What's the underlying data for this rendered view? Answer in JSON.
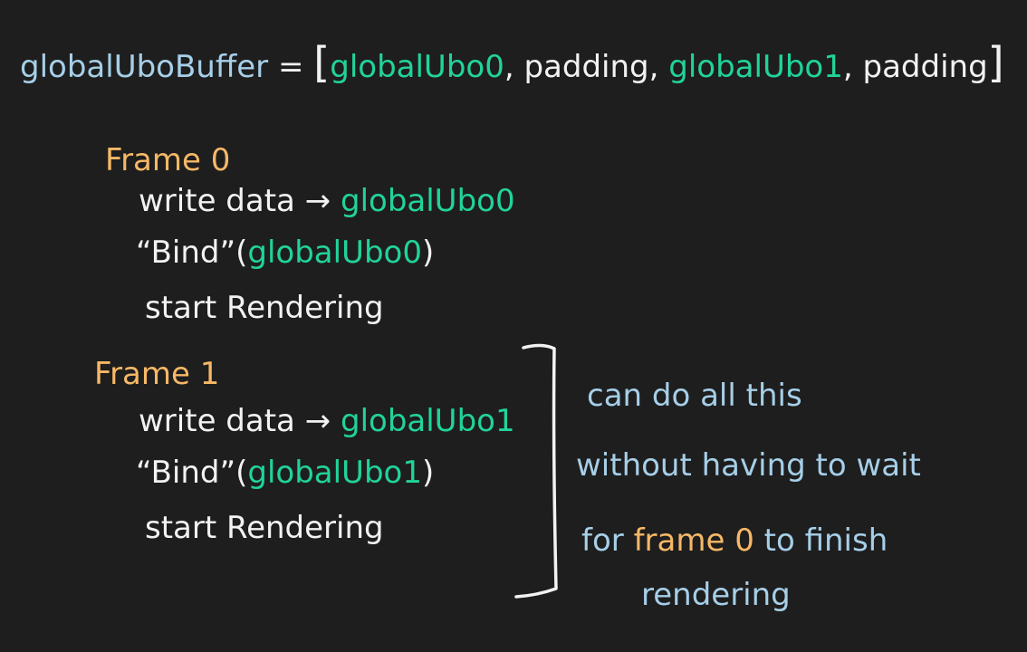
{
  "buffer_line": {
    "name": "globalUboBuffer",
    "equals": " = ",
    "open": "[",
    "item0": "globalUbo0",
    "sep1": ", ",
    "pad1": "padding",
    "sep2": ", ",
    "item1": "globalUbo1",
    "sep3": ", ",
    "pad2": "padding",
    "close": "]"
  },
  "frame0": {
    "title": "Frame 0",
    "write_prefix": "write data → ",
    "write_target": "globalUbo0",
    "bind_open": "“Bind”(",
    "bind_arg": "globalUbo0",
    "bind_close": ")",
    "render": "start Rendering"
  },
  "frame1": {
    "title": "Frame 1",
    "write_prefix": "write data → ",
    "write_target": "globalUbo1",
    "bind_open": "“Bind”(",
    "bind_arg": "globalUbo1",
    "bind_close": ")",
    "render": "start Rendering"
  },
  "note": {
    "line1": "can do all this",
    "line2": "without having to wait",
    "line3_pre": "for ",
    "line3_highlight": "frame 0",
    "line3_post": " to finish",
    "line4": "rendering"
  },
  "colors": {
    "background": "#1e1e1e",
    "white_ink": "#f2f2f2",
    "blue_ink": "#a6cfe8",
    "green_ink": "#21d39a",
    "orange_ink": "#f6b867"
  }
}
